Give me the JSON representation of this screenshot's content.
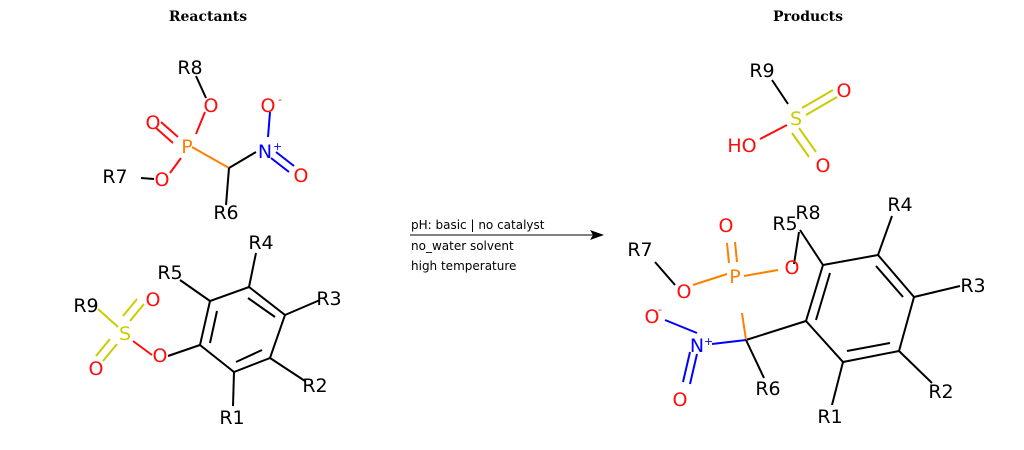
{
  "headers": {
    "reactants": "Reactants",
    "products": "Products"
  },
  "conditions": [
    "pH: basic | no catalyst",
    "no_water solvent",
    "high temperature"
  ],
  "colors": {
    "O": "#ff0d0d",
    "P": "#ff8000",
    "N": "#0000ff",
    "S": "#cccc00",
    "C": "#000000"
  },
  "labels": {
    "r8": "R8",
    "r7": "R7",
    "r6": "R6",
    "r5": "R5",
    "r4": "R4",
    "r3": "R3",
    "r2": "R2",
    "r1": "R1",
    "r9": "R9",
    "o": "O",
    "p": "P",
    "n": "N",
    "s": "S",
    "ho": "HO",
    "plus": "+",
    "minus": "-"
  }
}
